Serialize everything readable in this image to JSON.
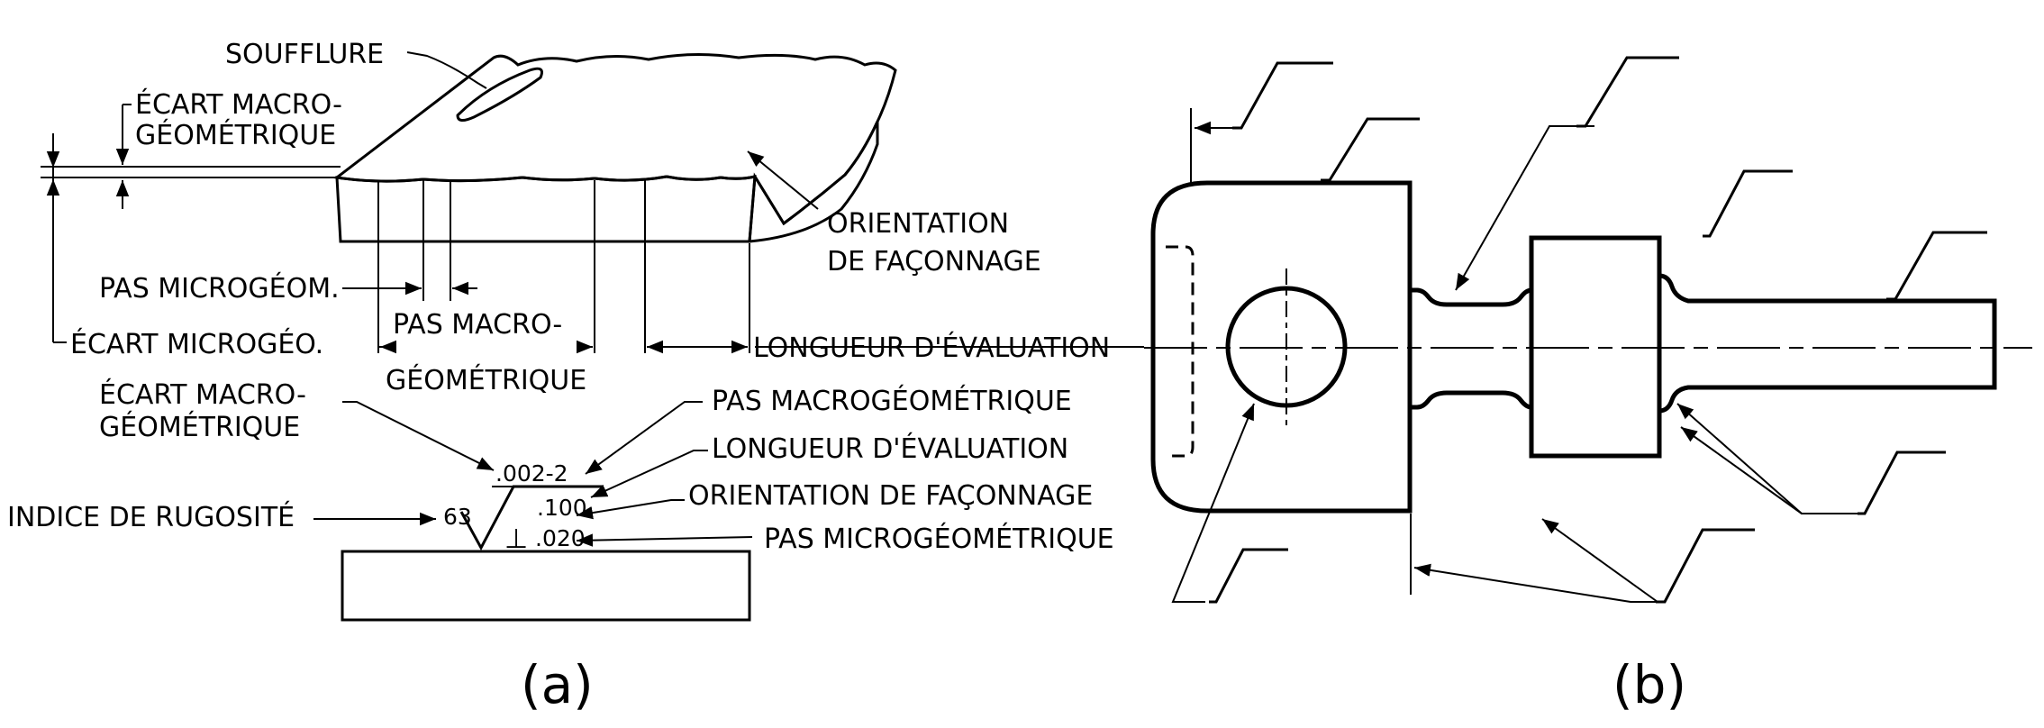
{
  "figure_a": {
    "labels": {
      "soufflure": "SOUFFLURE",
      "ecart_macro_1": "ÉCART MACRO-",
      "ecart_macro_2": "GÉOMÉTRIQUE",
      "orientation_1": "ORIENTATION",
      "orientation_2": "DE FAÇONNAGE",
      "pas_microgeom": "PAS MICROGÉOM.",
      "pas_macro_1": "PAS MACRO-",
      "pas_macro_2": "GÉOMÉTRIQUE",
      "ecart_microgeo": "ÉCART MICROGÉO.",
      "longueur_evaluation": "LONGUEUR D'ÉVALUATION",
      "ecart_macro_b1": "ÉCART MACRO-",
      "ecart_macro_b2": "GÉOMÉTRIQUE",
      "pas_macrogeometrique": "PAS MACROGÉOMÉTRIQUE",
      "longueur_evaluation_b": "LONGUEUR D'ÉVALUATION",
      "orientation_faconnage": "ORIENTATION DE FAÇONNAGE",
      "indice_rugosite": "INDICE DE RUGOSITÉ",
      "pas_microgeometrique": "PAS MICROGÉOMÉTRIQUE"
    },
    "symbol_values": {
      "waviness": ".002-2",
      "roughness_index": "63",
      "eval_length": ".100",
      "lay_symbol": "⊥",
      "micro_step": ".020"
    },
    "caption": "(a)"
  },
  "figure_b": {
    "caption": "(b)"
  }
}
